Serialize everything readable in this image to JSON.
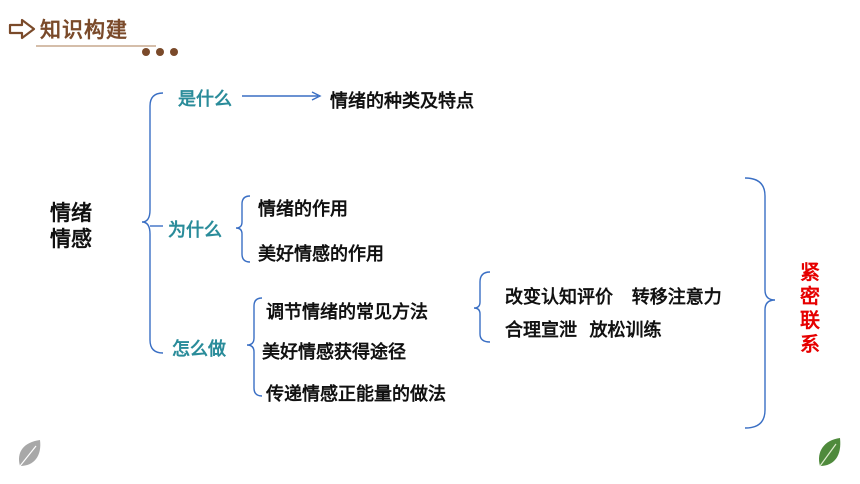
{
  "header": {
    "title": "知识构建",
    "arrow_icon": "arrow-right-outline-icon",
    "accent_color": "#7a4a2a"
  },
  "root": {
    "line1": "情绪",
    "line2": "情感"
  },
  "branches": {
    "what": {
      "label": "是什么",
      "leaf": "情绪的种类及特点"
    },
    "why": {
      "label": "为什么",
      "leaves": [
        "情绪的作用",
        "美好情感的作用"
      ]
    },
    "how": {
      "label": "怎么做",
      "leaves": [
        "调节情绪的常见方法",
        "美好情感获得途径",
        "传递情感正能量的做法"
      ],
      "methods": {
        "row1": "改变认知评价   转移注意力",
        "row2": "合理宣泄  放松训练"
      }
    }
  },
  "relation": {
    "label": "紧密联系",
    "color": "#e60000"
  },
  "colors": {
    "branch": "#2a8c9a",
    "line": "#3a6fc4"
  },
  "decor": {
    "left_icon": "leaf-icon-gray",
    "right_icon": "leaf-icon-green"
  }
}
